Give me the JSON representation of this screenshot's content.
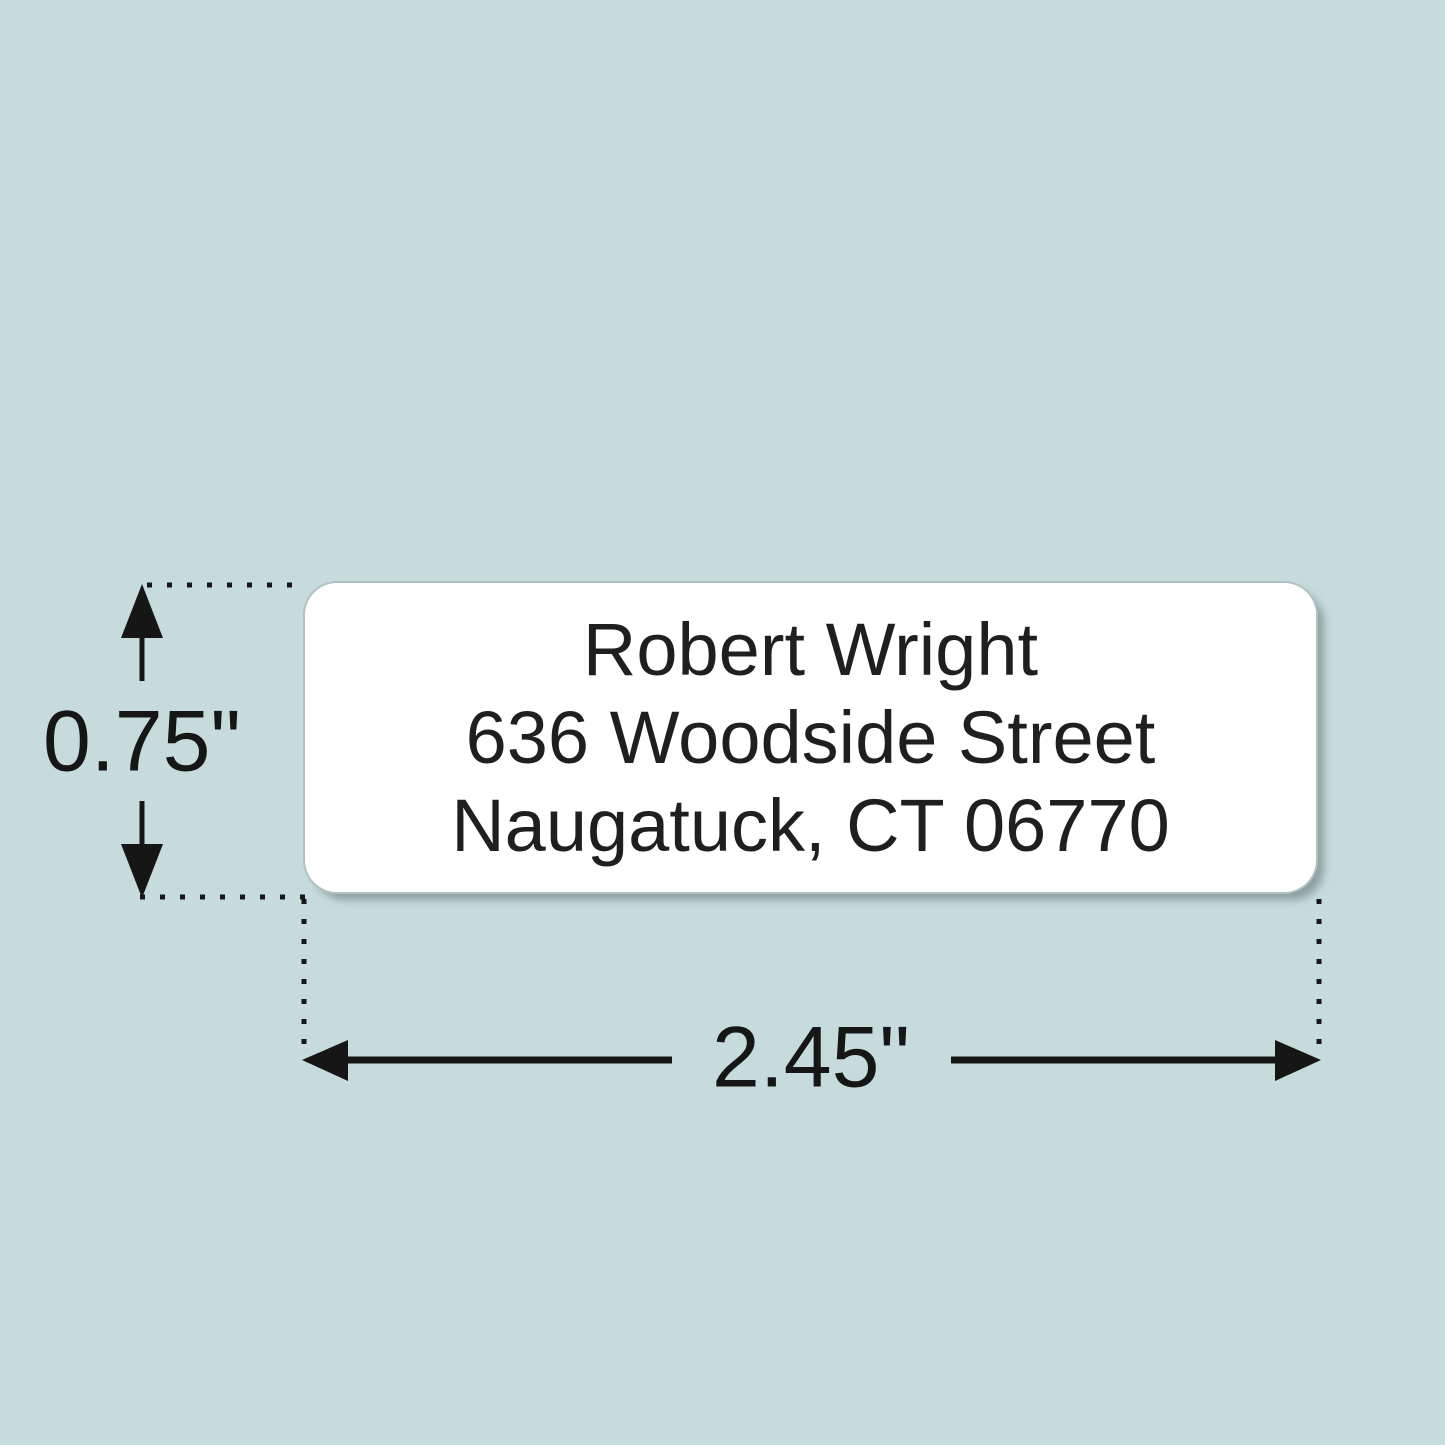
{
  "scene": {
    "description": "address label size diagram",
    "colors": {
      "background": "#c6dcdc",
      "label_background": "#ffffff",
      "annotation": "#161616",
      "label_text": "#1f1f1f"
    }
  },
  "address_label": {
    "lines": [
      "Robert Wright",
      "636 Woodside Street",
      "Naugatuck, CT 06770"
    ]
  },
  "dimensions": {
    "height_label": "0.75\"",
    "width_label": "2.45\""
  }
}
